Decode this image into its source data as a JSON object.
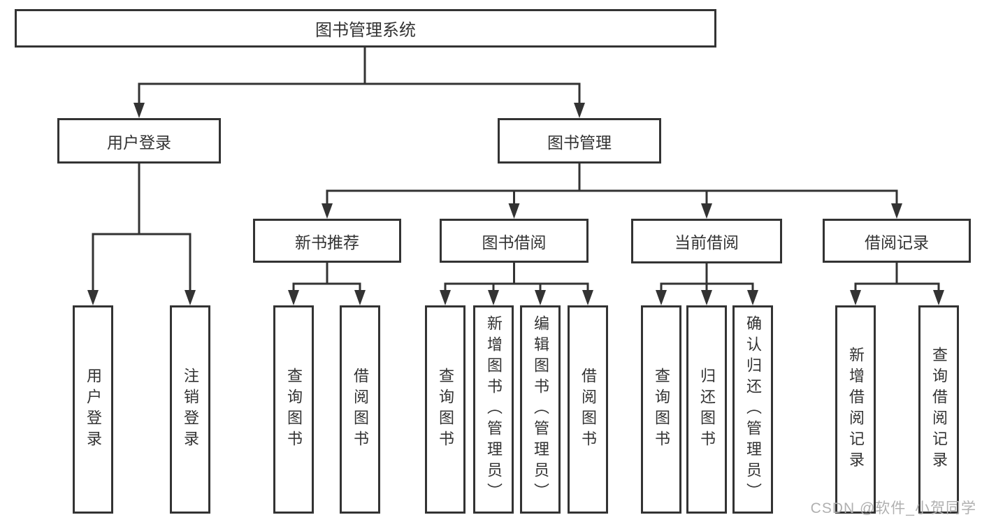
{
  "colors": {
    "line": "#333333",
    "text": "#333333",
    "background": "#ffffff",
    "watermark": "#b0b0b0"
  },
  "tree": {
    "root": {
      "label": "图书管理系统",
      "children": [
        {
          "label": "用户登录",
          "children": [
            {
              "label": "用户登录"
            },
            {
              "label": "注销登录"
            }
          ]
        },
        {
          "label": "图书管理",
          "children": [
            {
              "label": "新书推荐",
              "children": [
                {
                  "label": "查询图书"
                },
                {
                  "label": "借阅图书"
                }
              ]
            },
            {
              "label": "图书借阅",
              "children": [
                {
                  "label": "查询图书"
                },
                {
                  "label": "新增图书（管理员）"
                },
                {
                  "label": "编辑图书（管理员）"
                },
                {
                  "label": "借阅图书"
                }
              ]
            },
            {
              "label": "当前借阅",
              "children": [
                {
                  "label": "查询图书"
                },
                {
                  "label": "归还图书"
                },
                {
                  "label": "确认归还（管理员）"
                }
              ]
            },
            {
              "label": "借阅记录",
              "children": [
                {
                  "label": "新增借阅记录"
                },
                {
                  "label": "查询借阅记录"
                }
              ]
            }
          ]
        }
      ]
    }
  },
  "watermark": {
    "text": "CSDN @软件_小贺同学"
  }
}
